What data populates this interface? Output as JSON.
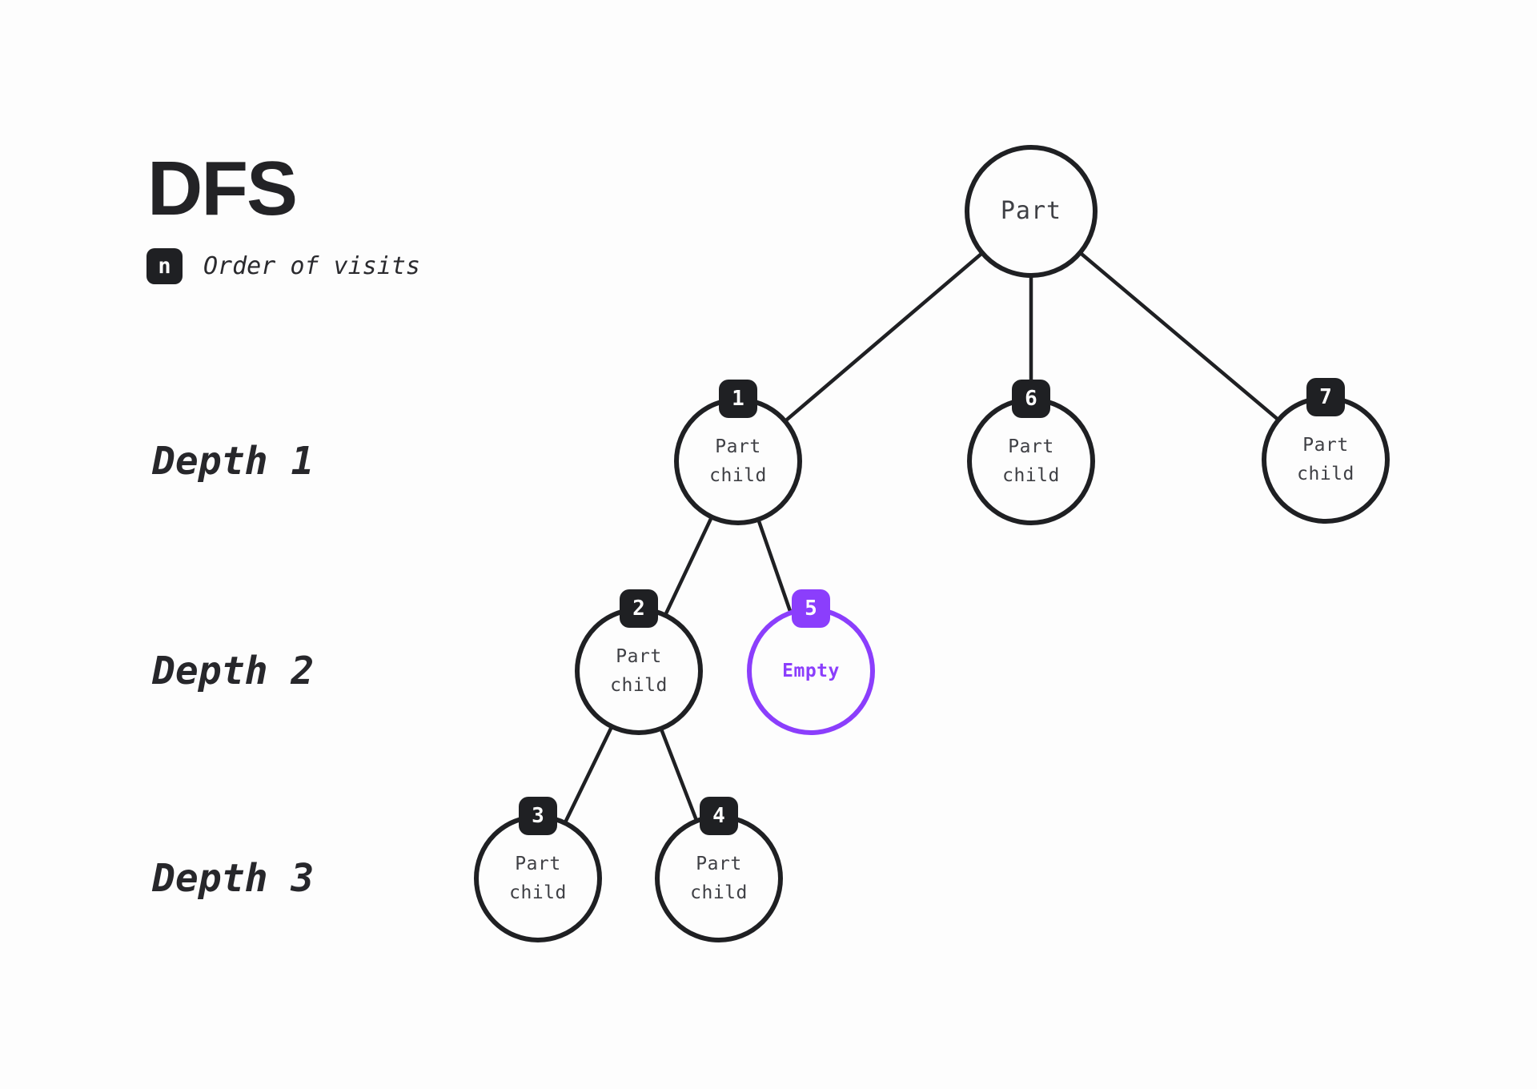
{
  "title": "DFS",
  "legend": {
    "badge": "n",
    "label": "Order of visits"
  },
  "depth_labels": [
    "Depth 1",
    "Depth 2",
    "Depth 3"
  ],
  "tree": {
    "root": {
      "label": "Part"
    },
    "nodes": [
      {
        "order": "1",
        "label": "Part\nchild",
        "depth": 1,
        "highlighted": false
      },
      {
        "order": "2",
        "label": "Part\nchild",
        "depth": 2,
        "highlighted": false
      },
      {
        "order": "3",
        "label": "Part\nchild",
        "depth": 3,
        "highlighted": false
      },
      {
        "order": "4",
        "label": "Part\nchild",
        "depth": 3,
        "highlighted": false
      },
      {
        "order": "5",
        "label": "Empty",
        "depth": 2,
        "highlighted": true
      },
      {
        "order": "6",
        "label": "Part\nchild",
        "depth": 1,
        "highlighted": false
      },
      {
        "order": "7",
        "label": "Part\nchild",
        "depth": 1,
        "highlighted": false
      }
    ]
  },
  "colors": {
    "ink": "#1F2023",
    "node_text": "#3F4045",
    "accent_purple": "#8B3EFC",
    "background": "#FDFDFD"
  }
}
